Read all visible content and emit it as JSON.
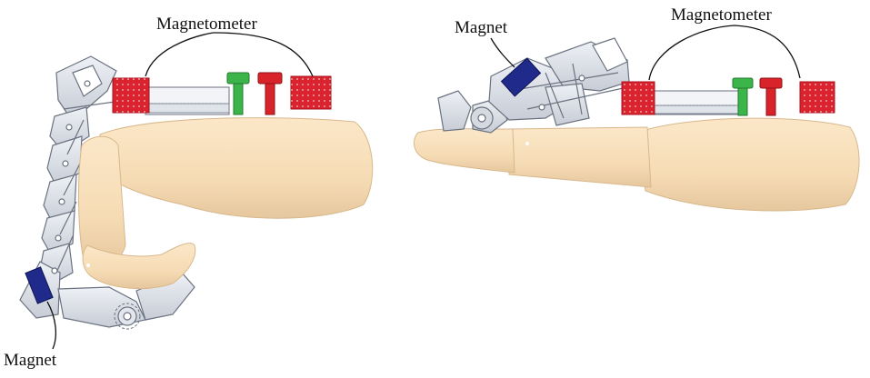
{
  "figure": {
    "left_panel": {
      "magnetometer_label": "Magnetometer",
      "magnet_label": "Magnet"
    },
    "right_panel": {
      "magnetometer_label": "Magnetometer",
      "magnet_label": "Magnet"
    }
  },
  "colors": {
    "finger_skin": "#f6dcb5",
    "finger_shadow": "#e2c39a",
    "sensor_board": "#d9232e",
    "sensor_board_dark": "#a6121c",
    "green_marker": "#3bb54a",
    "red_marker": "#d8232a",
    "magnet": "#1f2a8a",
    "linkage": "#d8dde6",
    "linkage_edge": "#6b7280"
  }
}
